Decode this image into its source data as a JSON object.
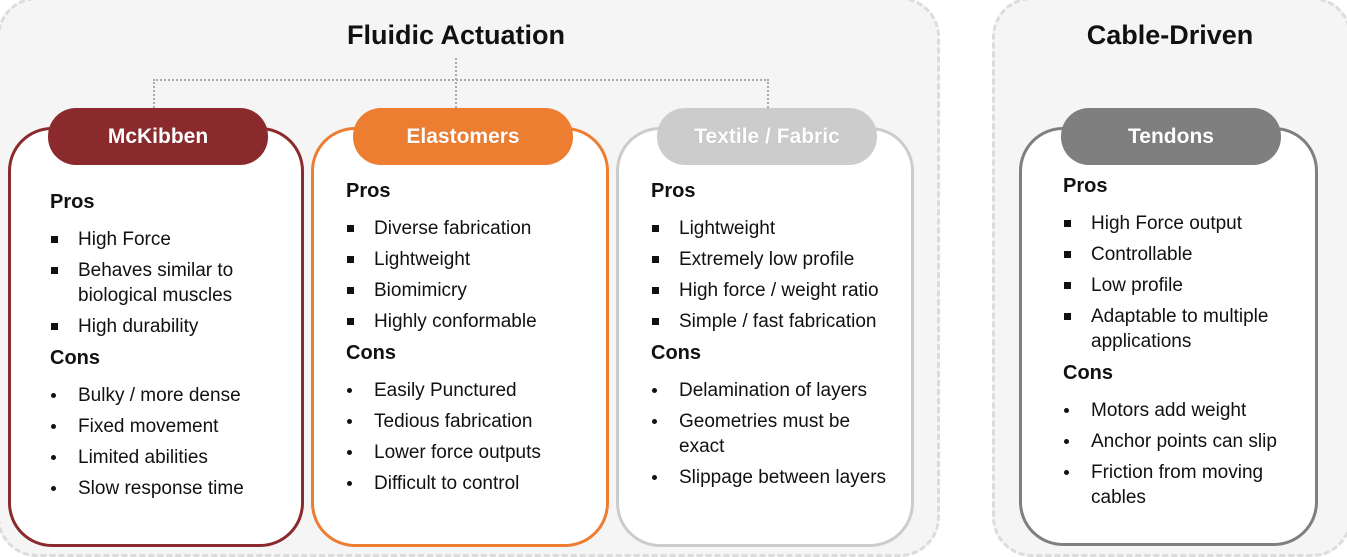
{
  "groups": {
    "fluidic": "Fluidic Actuation",
    "cable": "Cable-Driven"
  },
  "colors": {
    "mckibben": "#8b2a2d",
    "elastomers": "#ed7d31",
    "textile": "#cccccc",
    "tendons": "#7f7f7f"
  },
  "cards": [
    {
      "title": "McKibben",
      "pros_label": "Pros",
      "cons_label": "Cons",
      "pros": [
        "High Force",
        "Behaves similar to\nbiological muscles",
        "High durability"
      ],
      "cons": [
        "Bulky / more dense",
        "Fixed movement",
        "Limited abilities",
        "Slow response time"
      ]
    },
    {
      "title": "Elastomers",
      "pros_label": "Pros",
      "cons_label": "Cons",
      "pros": [
        "Diverse fabrication",
        "Lightweight",
        "Biomimicry",
        "Highly conformable"
      ],
      "cons": [
        "Easily Punctured",
        "Tedious fabrication",
        "Lower force outputs",
        "Difficult to control"
      ]
    },
    {
      "title": "Textile / Fabric",
      "pros_label": "Pros",
      "cons_label": "Cons",
      "pros": [
        "Lightweight",
        "Extremely low profile",
        "High force / weight ratio",
        "Simple / fast  fabrication"
      ],
      "cons": [
        "Delamination of layers",
        "Geometries must be\nexact",
        "Slippage between layers"
      ]
    },
    {
      "title": "Tendons",
      "pros_label": "Pros",
      "cons_label": "Cons",
      "pros": [
        "High Force output",
        "Controllable",
        "Low profile",
        "Adaptable to multiple\napplications"
      ],
      "cons": [
        "Motors add weight",
        "Anchor points can slip",
        "Friction from moving\ncables"
      ]
    }
  ]
}
